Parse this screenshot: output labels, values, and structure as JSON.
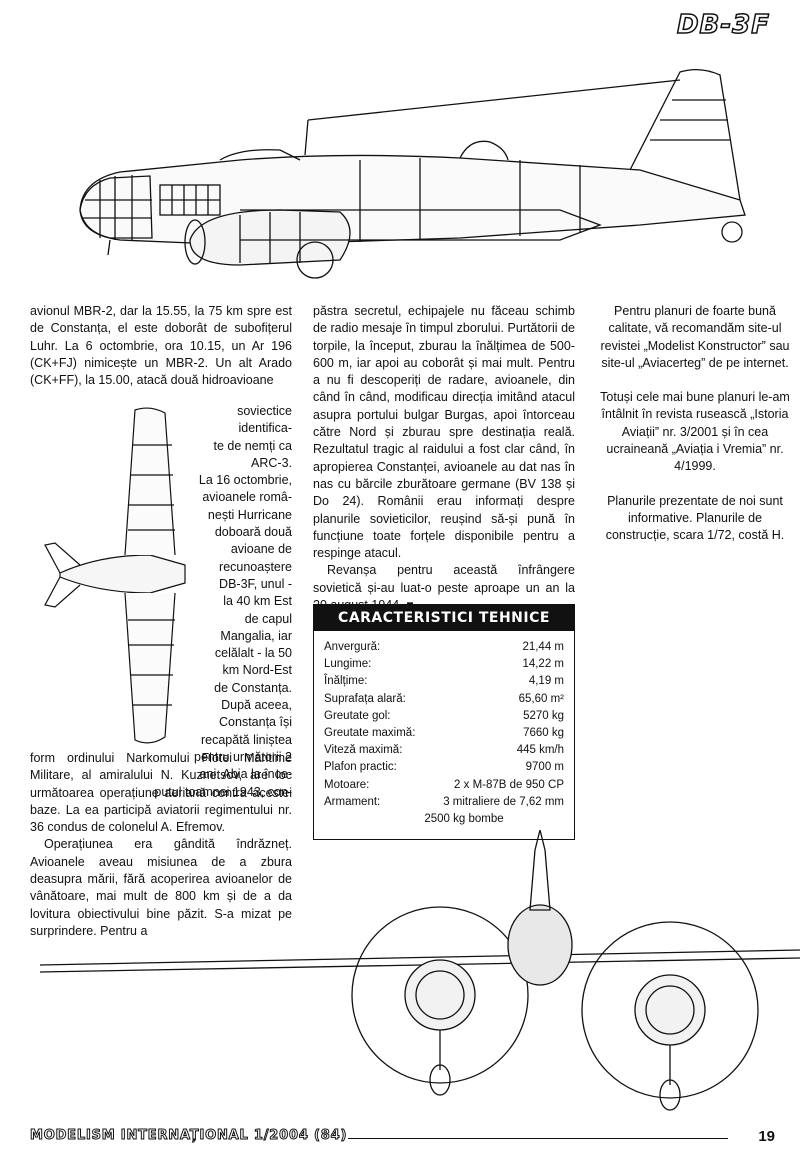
{
  "header": {
    "model_title": "DB-3F"
  },
  "column1": {
    "top_paragraph": "avionul MBR-2, dar la 15.55, la 75 km spre est de Constanța, el este doborât de subofițerul Luhr. La 6 octombrie, ora 10.15, un Ar 196 (CK+FJ) nimicește un MBR-2. Un alt Arado (CK+FF), la 15.00, atacă două hidroavioane",
    "narrow_lines": [
      "soviectice identifica-",
      "te de nemți ca",
      "ARC-3.",
      "La 16 octombrie,",
      "avioanele româ-",
      "nești Hurricane",
      "doboară două",
      "avioane de",
      "recunoaștere",
      "DB-3F, unul -",
      "la 40 km Est",
      "de capul",
      "Mangalia, iar",
      "celălalt - la 50",
      "km Nord-Est",
      "de Constanța.",
      "După aceea,",
      "Constanța își",
      "recapătă liniștea",
      "pentru următorii 2",
      "ani. Abia la înce-",
      "putul toamnei 1943, con-"
    ],
    "bottom_paragraph": "form ordinului Narkomului Flotei Maritime Militare, al amiralului N. Kuznetsov, are loc următoarea operațiune aeriană contra acestei baze. La ea participă aviatorii regimentului nr. 36 condus de colonelul A. Efremov.",
    "paragraph_2": "Operațiunea era gândită îndrăzneț. Avioanele aveau misiunea de a zbura deasupra mării, fără acoperirea avioanelor de vânătoare, mai mult de 800 km și de a da lovitura obiectivului bine păzit. S-a mizat pe surprindere. Pentru a"
  },
  "column2": {
    "paragraph_1": "păstra secretul, echipajele nu făceau schimb de radio mesaje în timpul zborului. Purtătorii de torpile, la început, zburau la înălțimea de 500-600 m, iar apoi au coborât și mai mult. Pentru a nu fi descoperiți de radare, avioanele, din când în când, modificau direcția imitând atacul asupra portului bulgar Burgas, apoi întorceau către Nord și zburau spre destinația reală. Rezultatul tragic al raidului a fost clar când, în apropierea Constanței, avioanele au dat nas în nas cu bărcile zburătoare germane (BV 138 și Do 24). Românii erau informați despre planurile sovieticilor, reușind să-și pună în funcțiune toate forțele disponibile pentru a respinge atacul.",
    "paragraph_2": "Revanșa pentru această înfrângere sovietică și-au luat-o peste aproape un an la 20 august 1944. ■"
  },
  "specs": {
    "title": "CARACTERISTICI TEHNICE",
    "rows": [
      {
        "label": "Anvergură:",
        "value": "21,44 m"
      },
      {
        "label": "Lungime:",
        "value": "14,22 m"
      },
      {
        "label": "Înălțime:",
        "value": "4,19 m"
      },
      {
        "label": "Suprafața alară:",
        "value": "65,60 m²"
      },
      {
        "label": "Greutate gol:",
        "value": "5270 kg"
      },
      {
        "label": "Greutate maximă:",
        "value": "7660 kg"
      },
      {
        "label": "Viteză maximă:",
        "value": "445 km/h"
      },
      {
        "label": "Plafon practic:",
        "value": "9700 m"
      },
      {
        "label": "Motoare:",
        "value": "2 x M-87B de 950 CP"
      },
      {
        "label": "Armament:",
        "value": "3 mitraliere de 7,62 mm"
      }
    ],
    "armament_cont": "2500 kg bombe"
  },
  "column3": {
    "paragraph_1": "Pentru planuri de foarte bună calitate, vă recomandăm site-ul revistei „Modelist Konstructor” sau site-ul „Aviacerteg” de pe internet.",
    "paragraph_2": "Totuși cele mai bune planuri le-am întâlnit în revista rusească „Istoria Aviații” nr. 3/2001 și în cea ucraineană „Aviația i Vremia” nr. 4/1999.",
    "paragraph_3": "Planurile prezentate de noi sunt informative. Planurile de construcție, scara 1/72, costă H."
  },
  "footer": {
    "magazine": "MODELISM INTERNAȚIONAL 1/2004 (84)",
    "page_number": "19"
  }
}
